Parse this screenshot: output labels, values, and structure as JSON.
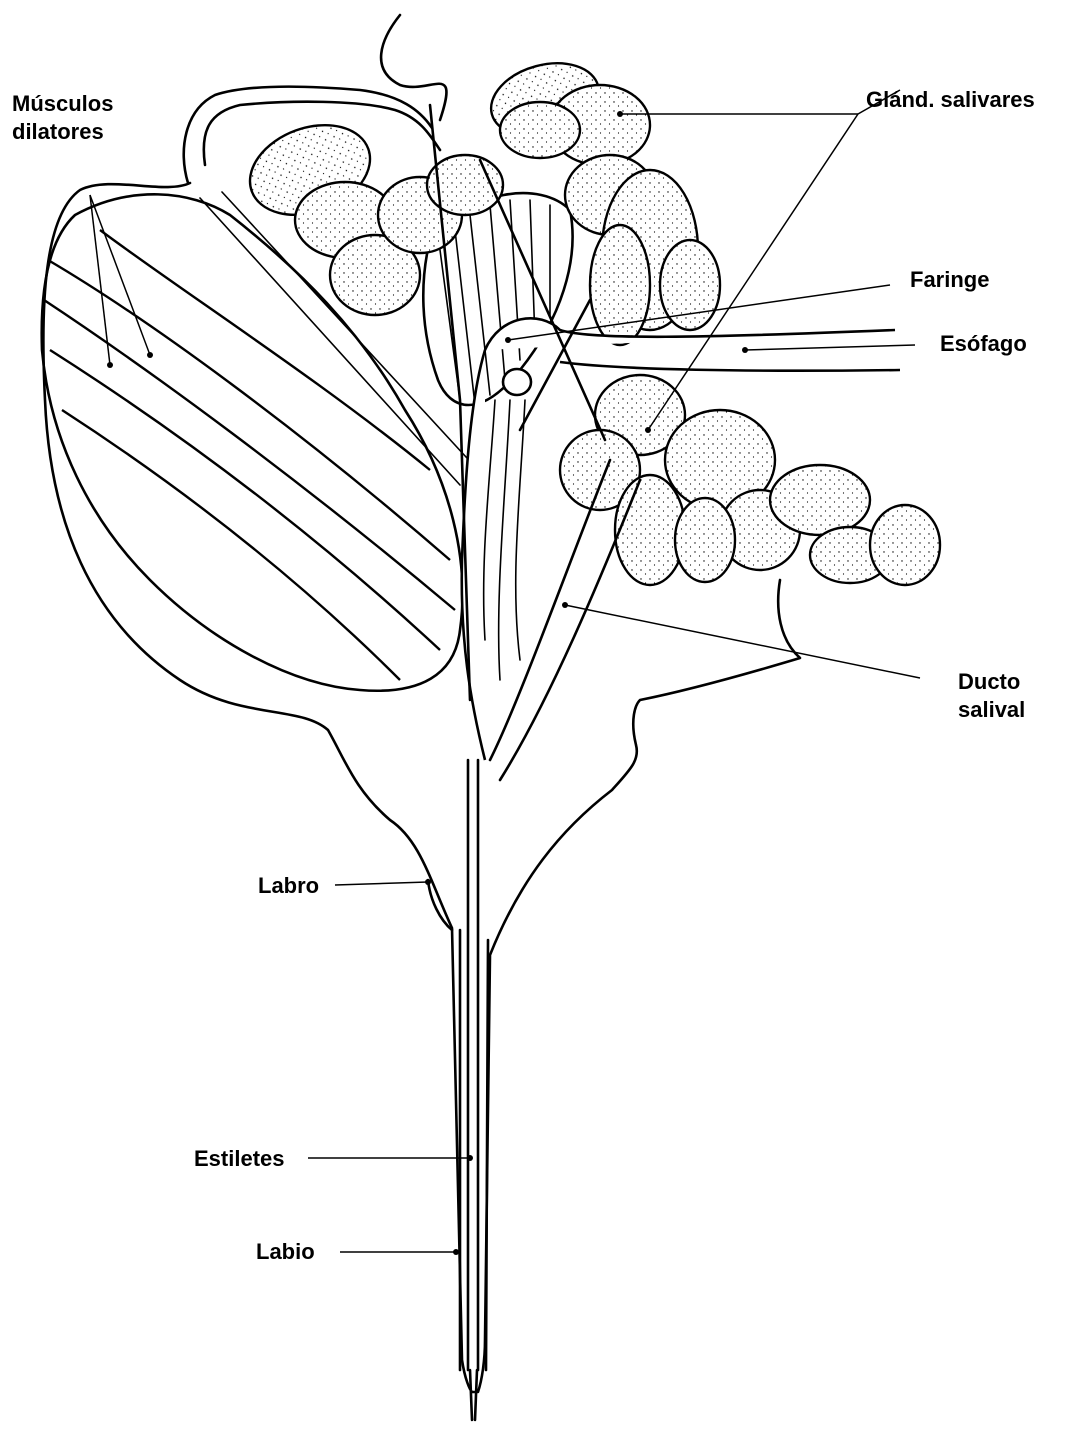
{
  "labels": {
    "musculos_line1": "Músculos",
    "musculos_line2": "dilatores",
    "glandulas": "Glánd. salivares",
    "faringe": "Faringe",
    "esofago": "Esófago",
    "ducto_line1": "Ducto",
    "ducto_line2": "salival",
    "labro": "Labro",
    "estiletes": "Estiletes",
    "labio": "Labio"
  }
}
